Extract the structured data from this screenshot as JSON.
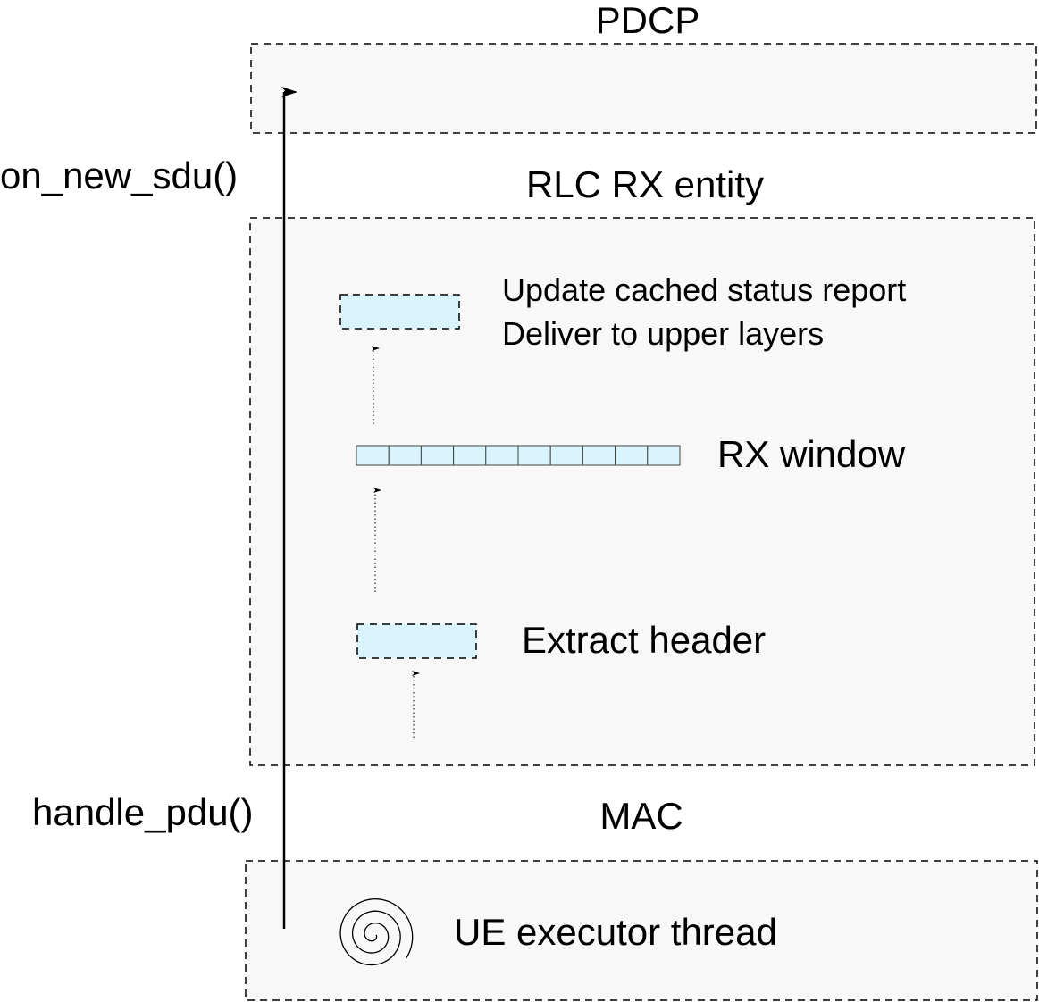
{
  "diagram": {
    "pdcp": {
      "title": "PDCP"
    },
    "rlc_rx": {
      "title": "RLC RX entity",
      "deliver_lines": [
        "Update cached status report",
        "Deliver to upper layers"
      ],
      "rx_window_label": "RX window",
      "rx_window_slots": 10,
      "extract_label": "Extract header"
    },
    "mac": {
      "title": "MAC",
      "thread_label": "UE executor thread"
    },
    "calls": {
      "upper_call": "on_new_sdu()",
      "lower_call": "handle_pdu()"
    },
    "colors": {
      "box_fill": "#f8f8f8",
      "stage_fill": "#d9f4fc",
      "stroke": "#000000"
    }
  }
}
